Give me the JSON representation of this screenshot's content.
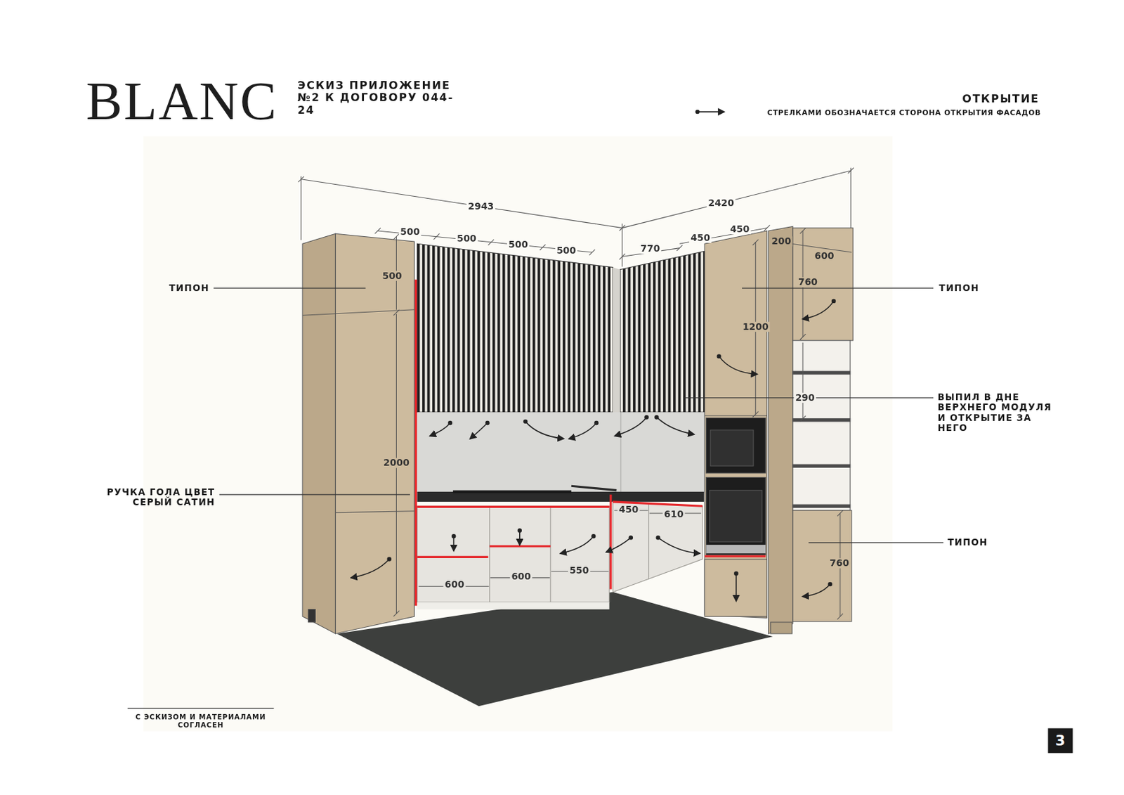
{
  "diagram": {
    "title": "BLANC",
    "nodes": [
      {
        "text": [
          "3"
        ]
      }
    ],
    "labels": [
      "ЭСКИЗ ПРИЛОЖЕНИЕ №2 К ДОГОВОРУ 044-24",
      "ОТКРЫТИЕ",
      "2943",
      "2420",
      "500",
      "500",
      "500",
      "500",
      "770",
      "450",
      "450",
      "200",
      "600",
      "500",
      "760",
      "1200",
      "290",
      "2000",
      "450",
      "610",
      "760",
      "550",
      "600",
      "600",
      "ТИПОН",
      "ТИПОН",
      "РУЧКА ГОЛА ЦВЕТ СЕРЫЙ САТИН",
      "ВЫПИЛ В ДНЕ ВЕРХНЕГО МОДУЛЯ И ОТКРЫТИЕ ЗА НЕГО",
      "ТИПОН",
      "С ЭСКИЗОМ И МАТЕРИАЛАМИ СОГЛАСЕН"
    ],
    "legend": [
      {
        "text": "СТРЕЛКАМИ ОБОЗНАЧАЕТСЯ СТОРОНА ОТКРЫТИЯ ФАСАДОВ"
      }
    ]
  }
}
